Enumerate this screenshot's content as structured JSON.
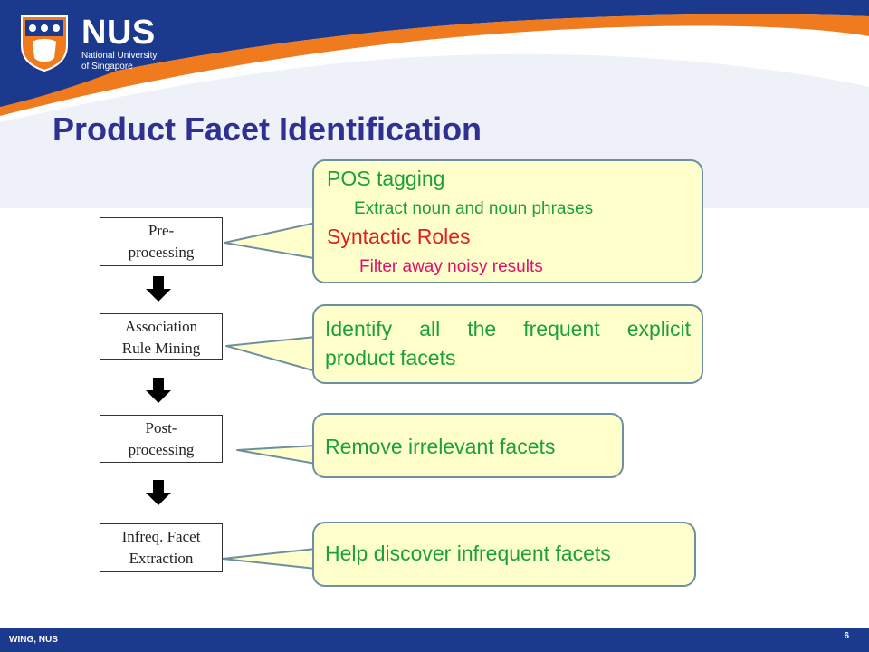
{
  "header": {
    "logo_text": "NUS",
    "logo_sub1": "National University",
    "logo_sub2": "of Singapore"
  },
  "slide": {
    "title": "Product Facet Identification"
  },
  "steps": [
    {
      "line1": "Pre-",
      "line2": "processing"
    },
    {
      "line1": "Association",
      "line2": "Rule Mining"
    },
    {
      "line1": "Post-",
      "line2": "processing"
    },
    {
      "line1": "Infreq. Facet",
      "line2": "Extraction"
    }
  ],
  "callouts": {
    "c1": {
      "heading1": "POS tagging",
      "sub1": "Extract noun and noun phrases",
      "heading2": "Syntactic Roles",
      "sub2": "Filter away noisy results"
    },
    "c2": {
      "words": [
        "Identify",
        "all",
        "the",
        "frequent",
        "explicit"
      ],
      "line2": "product facets"
    },
    "c3": {
      "text": "Remove irrelevant facets"
    },
    "c4": {
      "text": "Help discover infrequent facets"
    }
  },
  "footer": {
    "left": "WING, NUS",
    "page": "6"
  },
  "colors": {
    "title": "#2e3192",
    "green_text": "#1aa13a",
    "red_text": "#e02020",
    "pink_text": "#e0106a",
    "callout_fill": "#ffffcc",
    "header_blue": "#1b3a8e",
    "header_orange": "#f07a1e"
  }
}
